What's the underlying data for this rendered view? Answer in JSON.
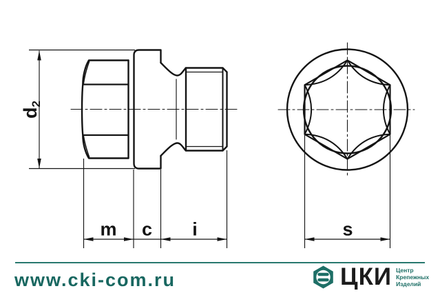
{
  "drawing": {
    "type": "technical-drawing",
    "subject": "hexagon head screw plug with collar - side view and face view",
    "line_color": "#141414",
    "labels": {
      "d2_main": "d",
      "d2_sub": "2",
      "m": "m",
      "c": "c",
      "i": "i",
      "s": "s"
    }
  },
  "footer": {
    "rule_color": "#27786e",
    "url": "www.cki-com.ru",
    "url_color": "#186760",
    "logo": {
      "icon": "hex-nut-icon",
      "icon_color": "#1e6f66",
      "name": "ЦКИ",
      "name_color": "#1b1b1b",
      "tagline_lines": [
        "Центр",
        "Крепежных",
        "Изделий"
      ],
      "tagline_color": "#1e6f66"
    }
  }
}
